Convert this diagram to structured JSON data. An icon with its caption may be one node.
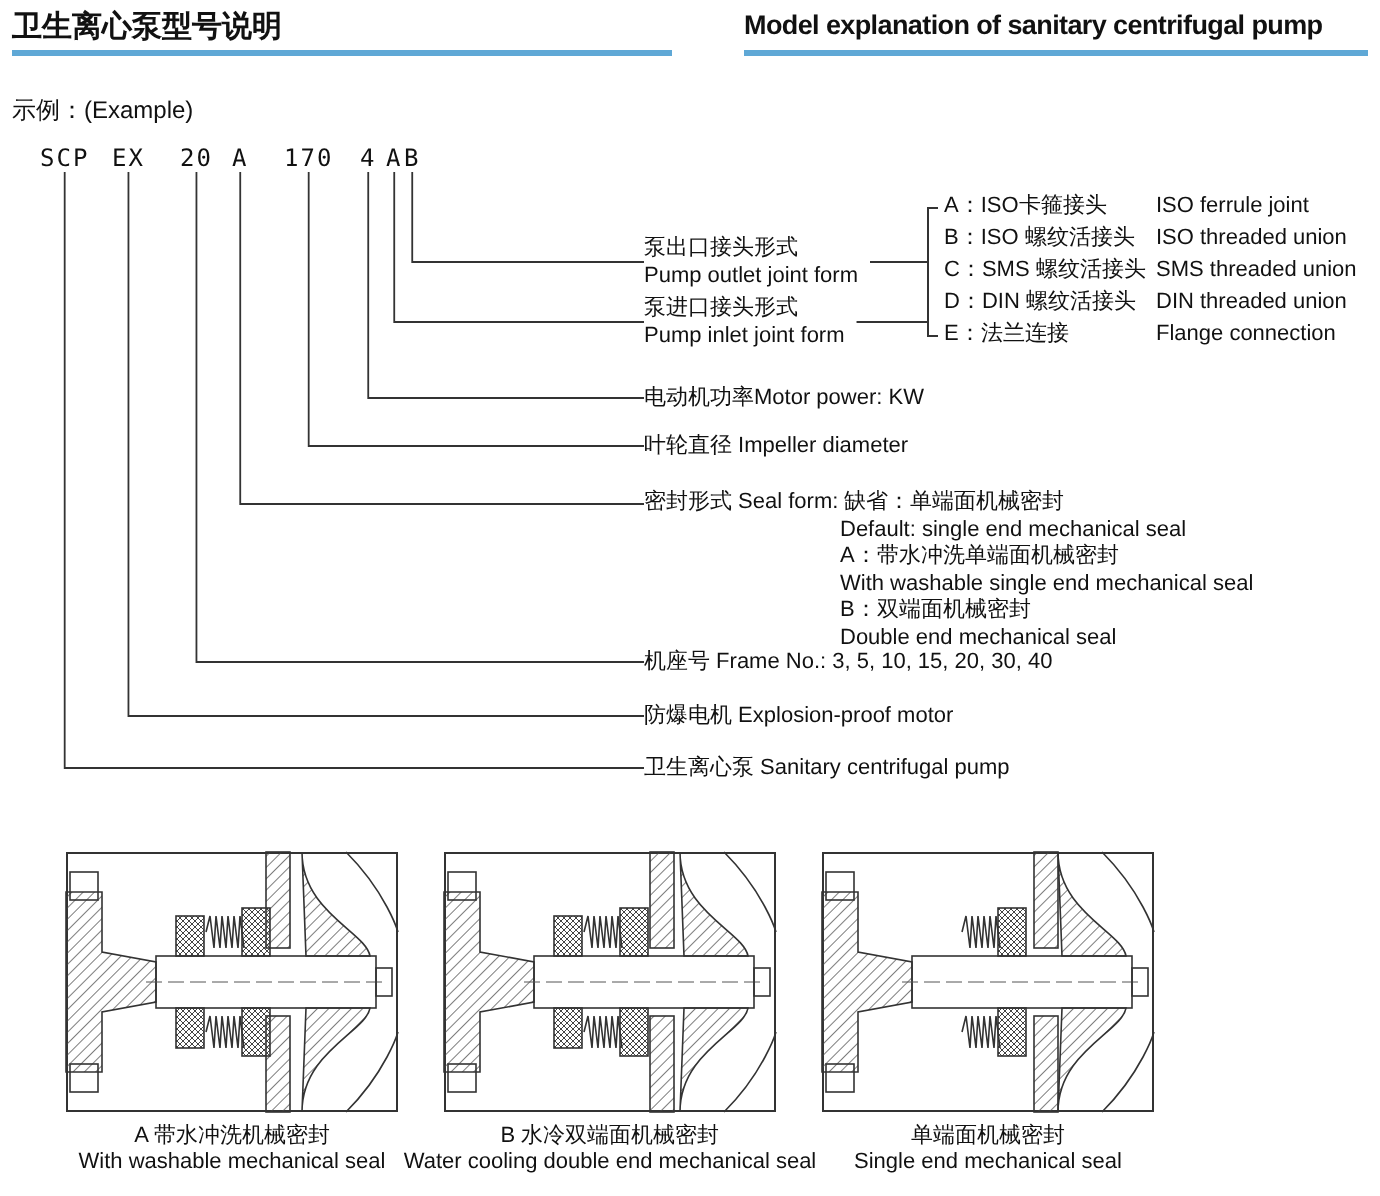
{
  "diagram": {
    "title": "卫生离心泵型号说明",
    "nodes": [
      {
        "text": [
          "SCP"
        ]
      },
      {
        "text": [
          "EX"
        ]
      },
      {
        "text": [
          "20"
        ]
      },
      {
        "text": [
          "A"
        ]
      },
      {
        "text": [
          "170"
        ]
      },
      {
        "text": [
          "4"
        ]
      },
      {
        "text": [
          "A"
        ]
      },
      {
        "text": [
          "B"
        ]
      },
      {
        "text": [
          "泵出口接头形式",
          "Pump outlet joint form"
        ]
      },
      {
        "text": [
          "泵进口接头形式",
          "Pump inlet joint form"
        ]
      },
      {
        "text": [],
        "shape": "bracket"
      },
      {
        "text": [
          "A：ISO卡箍接头",
          "ISO ferrule joint"
        ],
        "in": 10
      },
      {
        "text": [
          "B：ISO 螺纹活接头",
          "ISO threaded union"
        ],
        "in": 10
      },
      {
        "text": [
          "C：SMS 螺纹活接头",
          "SMS threaded union"
        ],
        "in": 10
      },
      {
        "text": [
          "D：DIN 螺纹活接头",
          "DIN threaded union"
        ],
        "in": 10
      },
      {
        "text": [
          "E：法兰连接",
          "Flange connection"
        ],
        "in": 10
      },
      {
        "text": [
          "电动机功率Motor power: KW"
        ]
      },
      {
        "text": [
          "叶轮直径 Impeller diameter"
        ]
      },
      {
        "text": [
          "密封形式 Seal form: 缺省：单端面机械密封",
          "Default: single end mechanical seal",
          "A：带水冲洗单端面机械密封",
          "With washable single end mechanical seal",
          "B：双端面机械密封",
          "Double end mechanical seal"
        ]
      },
      {
        "text": [
          "机座号 Frame No.: 3, 5, 10, 15, 20, 30, 40"
        ]
      },
      {
        "text": [
          "防爆电机 Explosion-proof motor"
        ]
      },
      {
        "text": [
          "卫生离心泵 Sanitary centrifugal pump"
        ]
      },
      {
        "text": [],
        "shape": "picture",
        "beside": [
          "A 带水冲洗机械密封",
          "With washable mechanical seal"
        ]
      },
      {
        "text": [],
        "shape": "picture",
        "beside": [
          "B 水冷双端面机械密封",
          "Water cooling double end mechanical seal"
        ]
      },
      {
        "text": [],
        "shape": "picture",
        "beside": [
          "单端面机械密封",
          "Single end mechanical seal"
        ]
      }
    ],
    "edges": [
      {
        "from": 7,
        "to": 8,
        "arrow": "none"
      },
      {
        "from": 6,
        "to": 9,
        "arrow": "none"
      },
      {
        "from": 8,
        "to": 10,
        "arrow": "none"
      },
      {
        "from": 9,
        "to": 10,
        "arrow": "none"
      },
      {
        "from": 5,
        "to": 16,
        "arrow": "none"
      },
      {
        "from": 4,
        "to": 17,
        "arrow": "none"
      },
      {
        "from": 3,
        "to": 18,
        "arrow": "none"
      },
      {
        "from": 2,
        "to": 19,
        "arrow": "none"
      },
      {
        "from": 1,
        "to": 20,
        "arrow": "none"
      },
      {
        "from": 0,
        "to": 21,
        "arrow": "none"
      }
    ],
    "labels": [
      "Model explanation of sanitary centrifugal pump",
      "示例：(Example)"
    ]
  }
}
